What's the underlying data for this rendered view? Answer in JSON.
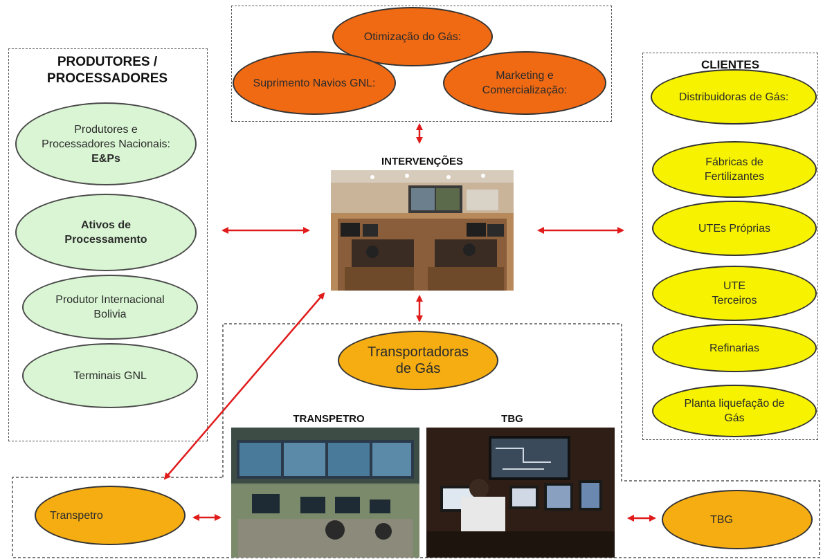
{
  "produtores": {
    "heading_line1": "PRODUTORES /",
    "heading_line2": "PROCESSADORES",
    "items": [
      {
        "line1": "Produtores e",
        "line2": "Processadores Nacionais:",
        "bold": "E&Ps"
      },
      {
        "bold1": "Ativos de",
        "bold2": "Processamento"
      },
      {
        "line1": "Produtor Internacional",
        "line2": "Bolivia"
      },
      {
        "line1": "Terminais GNL"
      }
    ]
  },
  "top": {
    "otimizacao": "Otimização do Gás:",
    "suprimento": "Suprimento Navios GNL:",
    "marketing_line1": "Marketing e",
    "marketing_line2": "Comercialização:"
  },
  "center": {
    "title": "INTERVENÇÕES"
  },
  "clientes": {
    "heading": "CLIENTES",
    "items": [
      {
        "line1": "Distribuidoras de Gás:"
      },
      {
        "line1": "Fábricas de",
        "line2": "Fertilizantes"
      },
      {
        "line1": "UTEs Próprias"
      },
      {
        "line1": "UTE",
        "line2": "Terceiros"
      },
      {
        "line1": "Refinarias"
      },
      {
        "line1": "Planta liquefação de",
        "line2": "Gás"
      }
    ]
  },
  "bottom": {
    "transportadoras_line1": "Transportadoras",
    "transportadoras_line2": "de Gás",
    "transpetro_title": "TRANSPETRO",
    "tbg_title": "TBG",
    "transpetro_label": "Transpetro",
    "tbg_label": "TBG"
  },
  "colors": {
    "green": "#d9f5d3",
    "orange": "#f06a14",
    "yellow": "#f7f300",
    "gold": "#f5ad12",
    "arrow": "#e01b1b"
  }
}
